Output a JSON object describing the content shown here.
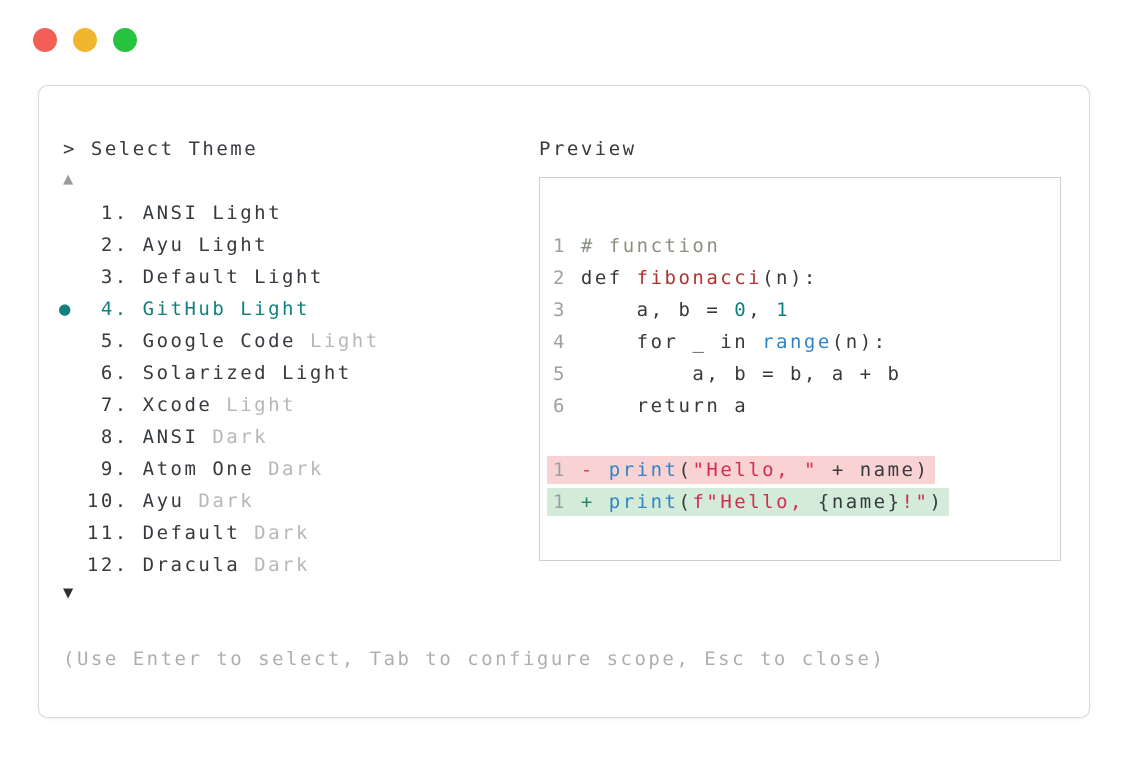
{
  "window": {
    "traffic_lights": [
      "#f15f57",
      "#f2b62e",
      "#27c33f"
    ]
  },
  "colors": {
    "accent_teal": "#13807f",
    "text_dark": "#363a3e",
    "text_muted": "#b4b7b9",
    "diff_removed_bg": "#f9d2d4",
    "diff_added_bg": "#d2ecd9"
  },
  "theme_picker": {
    "title_prefix": "> ",
    "title": "Select Theme",
    "scroll_up_icon": "▲",
    "scroll_down_icon": "▼",
    "selected_bullet": "●",
    "items": [
      {
        "number": "1",
        "name": "ANSI",
        "variant": "Light",
        "variant_muted": false,
        "selected": false
      },
      {
        "number": "2",
        "name": "Ayu",
        "variant": "Light",
        "variant_muted": false,
        "selected": false
      },
      {
        "number": "3",
        "name": "Default",
        "variant": "Light",
        "variant_muted": false,
        "selected": false
      },
      {
        "number": "4",
        "name": "GitHub",
        "variant": "Light",
        "variant_muted": false,
        "selected": true
      },
      {
        "number": "5",
        "name": "Google Code",
        "variant": "Light",
        "variant_muted": true,
        "selected": false
      },
      {
        "number": "6",
        "name": "Solarized",
        "variant": "Light",
        "variant_muted": false,
        "selected": false
      },
      {
        "number": "7",
        "name": "Xcode",
        "variant": "Light",
        "variant_muted": true,
        "selected": false
      },
      {
        "number": "8",
        "name": "ANSI",
        "variant": "Dark",
        "variant_muted": true,
        "selected": false
      },
      {
        "number": "9",
        "name": "Atom One",
        "variant": "Dark",
        "variant_muted": true,
        "selected": false
      },
      {
        "number": "10",
        "name": "Ayu",
        "variant": "Dark",
        "variant_muted": true,
        "selected": false
      },
      {
        "number": "11",
        "name": "Default",
        "variant": "Dark",
        "variant_muted": true,
        "selected": false
      },
      {
        "number": "12",
        "name": "Dracula",
        "variant": "Dark",
        "variant_muted": true,
        "selected": false
      }
    ],
    "footer_hint": "(Use Enter to select, Tab to configure scope, Esc to close)"
  },
  "preview": {
    "title": "Preview",
    "code_lines": [
      {
        "segments": [
          {
            "s": "1",
            "c": "line-number"
          },
          {
            "s": " ",
            "c": "text"
          },
          {
            "s": "# function",
            "c": "comment"
          }
        ]
      },
      {
        "segments": [
          {
            "s": "2",
            "c": "line-number"
          },
          {
            "s": " def ",
            "c": "text"
          },
          {
            "s": "fibonacci",
            "c": "function"
          },
          {
            "s": "(n):",
            "c": "text"
          }
        ]
      },
      {
        "segments": [
          {
            "s": "3",
            "c": "line-number"
          },
          {
            "s": "     a, b = ",
            "c": "text"
          },
          {
            "s": "0",
            "c": "number"
          },
          {
            "s": ", ",
            "c": "text"
          },
          {
            "s": "1",
            "c": "number"
          }
        ]
      },
      {
        "segments": [
          {
            "s": "4",
            "c": "line-number"
          },
          {
            "s": "     for _ in ",
            "c": "text"
          },
          {
            "s": "range",
            "c": "builtin"
          },
          {
            "s": "(n):",
            "c": "text"
          }
        ]
      },
      {
        "segments": [
          {
            "s": "5",
            "c": "line-number"
          },
          {
            "s": "         a, b = b, a + b",
            "c": "text"
          }
        ]
      },
      {
        "segments": [
          {
            "s": "6",
            "c": "line-number"
          },
          {
            "s": "     return a",
            "c": "text"
          }
        ]
      },
      {
        "segments": []
      },
      {
        "bg": "removed",
        "segments": [
          {
            "s": "1",
            "c": "line-number"
          },
          {
            "s": " ",
            "c": "text"
          },
          {
            "s": "- ",
            "c": "diff-minus"
          },
          {
            "s": "print",
            "c": "builtin"
          },
          {
            "s": "(",
            "c": "text"
          },
          {
            "s": "\"Hello, \"",
            "c": "string"
          },
          {
            "s": " + name",
            "c": "text"
          },
          {
            "s": ")",
            "c": "text"
          }
        ]
      },
      {
        "bg": "added",
        "segments": [
          {
            "s": "1",
            "c": "line-number"
          },
          {
            "s": " ",
            "c": "text"
          },
          {
            "s": "+ ",
            "c": "diff-plus"
          },
          {
            "s": "print",
            "c": "builtin"
          },
          {
            "s": "(",
            "c": "text"
          },
          {
            "s": "f\"Hello, ",
            "c": "string"
          },
          {
            "s": "{name}",
            "c": "text"
          },
          {
            "s": "!\"",
            "c": "string"
          },
          {
            "s": ")",
            "c": "text"
          }
        ]
      }
    ]
  }
}
